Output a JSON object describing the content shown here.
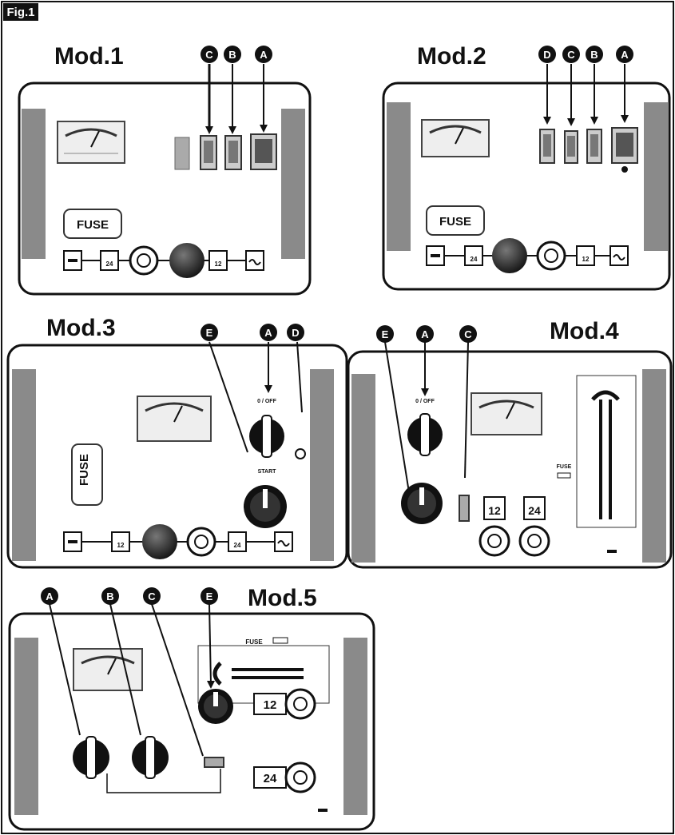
{
  "figure": {
    "label": "Fig.1"
  },
  "panels": [
    {
      "id": "mod1",
      "title": "Mod.1",
      "callouts": [
        "C",
        "B",
        "A"
      ],
      "fuse": "FUSE",
      "sockets": [
        "24",
        "12"
      ]
    },
    {
      "id": "mod2",
      "title": "Mod.2",
      "callouts": [
        "D",
        "C",
        "B",
        "A"
      ],
      "fuse": "FUSE",
      "sockets": [
        "24",
        "12"
      ]
    },
    {
      "id": "mod3",
      "title": "Mod.3",
      "callouts": [
        "E",
        "A",
        "D"
      ],
      "fuse": "FUSE",
      "sockets": [
        "12",
        "24"
      ],
      "knob_label": "0 / OFF",
      "start_label": "START"
    },
    {
      "id": "mod4",
      "title": "Mod.4",
      "callouts": [
        "E",
        "A",
        "C"
      ],
      "fuse": "FUSE",
      "sockets": [
        "12",
        "24"
      ],
      "knob_label": "0 / OFF"
    },
    {
      "id": "mod5",
      "title": "Mod.5",
      "callouts": [
        "A",
        "B",
        "C",
        "E"
      ],
      "fuse": "FUSE",
      "sockets": [
        "12",
        "24"
      ]
    }
  ],
  "colors": {
    "ink": "#111111",
    "panel_fill": "#ffffff",
    "side_bar": "#8a8a8a",
    "meter": "#eeeeee",
    "callout_bg": "#111111",
    "callout_text": "#ffffff"
  }
}
